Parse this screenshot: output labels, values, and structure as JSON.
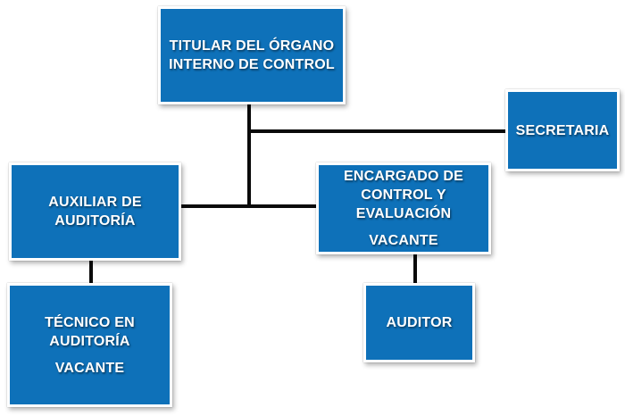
{
  "diagram": {
    "type": "org-chart",
    "nodes": {
      "titular": {
        "label": [
          "TITULAR DEL ÓRGANO",
          "INTERNO DE CONTROL"
        ]
      },
      "secretaria": {
        "label": "SECRETARIA"
      },
      "auxiliar": {
        "label": [
          "AUXILIAR DE",
          "AUDITORÍA"
        ]
      },
      "encargado": {
        "label": [
          "ENCARGADO DE",
          "CONTROL Y",
          "EVALUACIÓN"
        ],
        "status": "VACANTE"
      },
      "tecnico": {
        "label": [
          "TÉCNICO EN",
          "AUDITORÍA"
        ],
        "status": "VACANTE"
      },
      "auditor": {
        "label": "AUDITOR"
      }
    },
    "connections": [
      {
        "from": "titular",
        "to": "secretaria"
      },
      {
        "from": "titular",
        "to": "auxiliar"
      },
      {
        "from": "titular",
        "to": "encargado"
      },
      {
        "from": "auxiliar",
        "to": "tecnico"
      },
      {
        "from": "encargado",
        "to": "auditor"
      }
    ],
    "colors": {
      "box_fill": "#0e71b9",
      "box_border": "#ffffff",
      "connector": "#0a0a0a",
      "text_color": "#ffffff",
      "canvas_bg": "#ffffff"
    }
  }
}
